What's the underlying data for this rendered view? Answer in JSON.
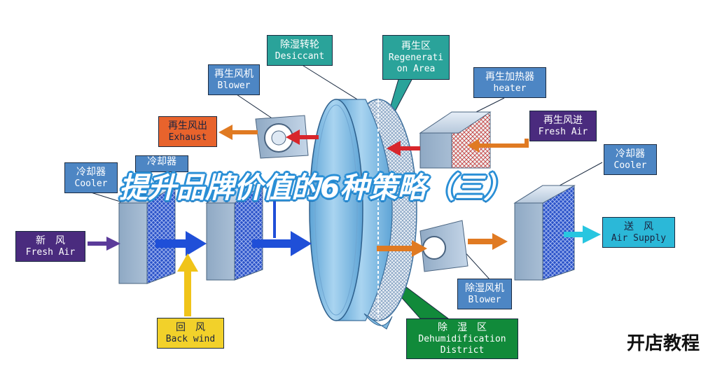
{
  "labels": {
    "desiccant": {
      "zh": "除湿转轮",
      "en": "Desiccant"
    },
    "regeneration_area": {
      "zh": "再生区",
      "en1": "Regenerati",
      "en2": "on Area"
    },
    "regen_blower": {
      "zh": "再生风机",
      "en": "Blower"
    },
    "regen_heater": {
      "zh": "再生加热器",
      "en": "heater"
    },
    "exhaust": {
      "zh": "再生风出",
      "en": "Exhaust"
    },
    "regen_fresh_air": {
      "zh": "再生风进",
      "en": "Fresh Air"
    },
    "cooler_left": {
      "zh": "冷却器",
      "en": "Cooler"
    },
    "cooler_mid": {
      "zh": "冷却器"
    },
    "cooler_right": {
      "zh": "冷却器",
      "en": "Cooler"
    },
    "fresh_air_in": {
      "zh": "新　风",
      "en": "Fresh Air"
    },
    "air_supply": {
      "zh": "送　风",
      "en": "Air Supply"
    },
    "dehum_blower": {
      "zh": "除湿风机",
      "en": "Blower"
    },
    "back_wind": {
      "zh": "回　风",
      "en": "Back wind"
    },
    "dehum_district": {
      "zh": "除　湿　区",
      "en1": "Dehumidification",
      "en2": "District"
    }
  },
  "overlay_title": "提升品牌价值的6种策略（三）",
  "corner_text": "开店教程",
  "colors": {
    "teal_label": "#2aa39a",
    "blue_label": "#4d86c4",
    "exhaust_label": "#e8632c",
    "fresh_air_label": "#4a2b7e",
    "air_supply_label": "#2bb8d8",
    "back_wind_label": "#f2d12a",
    "district_label": "#118a3a",
    "arrow_orange": "#e07a22",
    "arrow_red": "#d8262c",
    "arrow_blue": "#1f4fd8",
    "arrow_cyan": "#28c6e0",
    "arrow_yellow": "#f0c419",
    "arrow_purple": "#5b3b9a",
    "wheel_blue": "#8ec3e6"
  }
}
